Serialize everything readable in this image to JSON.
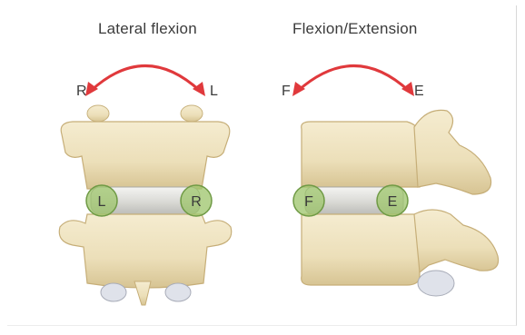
{
  "left_panel": {
    "title": "Lateral flexion",
    "arrow_left_label": "R",
    "arrow_right_label": "L",
    "joint_left_label": "L",
    "joint_right_label": "R"
  },
  "right_panel": {
    "title": "Flexion/Extension",
    "arrow_left_label": "F",
    "arrow_right_label": "E",
    "joint_left_label": "F",
    "joint_right_label": "E"
  },
  "colors": {
    "arrow": "#e0393c",
    "bone": "#efe3c0",
    "bone_shadow": "#d2bf8f",
    "disc": "#d9d9d6",
    "joint_marker": "#9cc46a"
  }
}
